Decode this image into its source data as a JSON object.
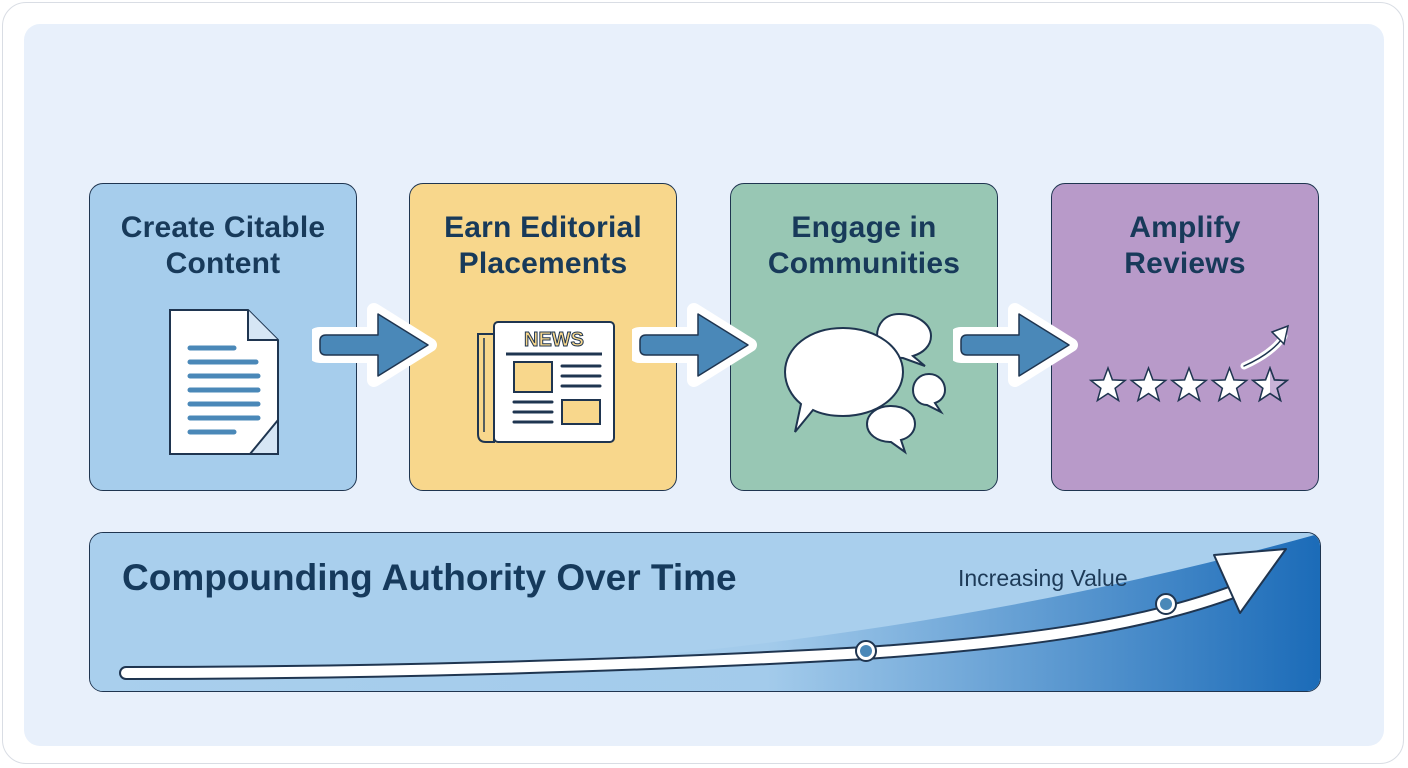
{
  "steps": [
    {
      "title_lines": [
        "Create Citable",
        "Content"
      ],
      "color": "#a6cdec",
      "icon": "document-icon"
    },
    {
      "title_lines": [
        "Earn Editorial",
        "Placements"
      ],
      "color": "#f8d78c",
      "icon": "newspaper-icon",
      "icon_text": "NEWS"
    },
    {
      "title_lines": [
        "Engage in",
        "Communities"
      ],
      "color": "#98c7b4",
      "icon": "speech-bubbles-icon"
    },
    {
      "title_lines": [
        "Amplify",
        "Reviews"
      ],
      "color": "#b89ac9",
      "icon": "star-rating-icon",
      "rating": 4.5,
      "rating_max": 5
    }
  ],
  "banner": {
    "title": "Compounding Authority Over Time",
    "subtitle": "Increasing Value"
  },
  "colors": {
    "arrow": "#4a88b8",
    "accent_dark": "#1f3550",
    "banner_gradient_end": "#1b6bb8"
  }
}
